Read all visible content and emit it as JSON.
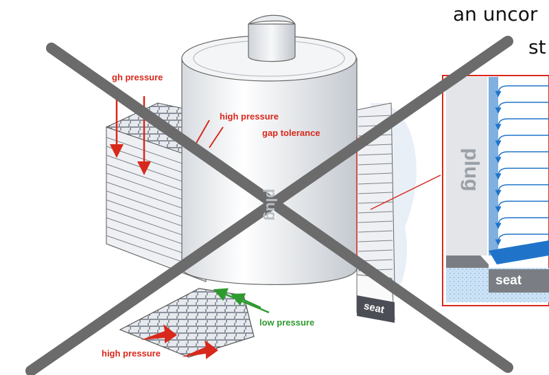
{
  "heading": {
    "line1": "an uncor",
    "line2": "st"
  },
  "labels": {
    "high_pressure_top": "gh pressure",
    "high_pressure_mid": "high pressure",
    "gap_tolerance": "gap tolerance",
    "low_pressure": "low pressure",
    "high_pressure_bottom": "high pressure",
    "plug_main": "plug",
    "plug_inset": "plug",
    "seat_main": "seat",
    "seat_inset": "seat"
  },
  "colors": {
    "pressure_arrow": "#d8281b",
    "low_pressure_arrow": "#2e9a2e",
    "flow_blue": "#1f74c9",
    "cross": "#6b6b6b"
  },
  "icons": {
    "cross_mark": "x-mark-icon"
  }
}
